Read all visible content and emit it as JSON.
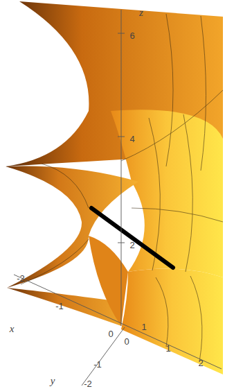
{
  "diagram": {
    "labels": [
      "z",
      "6",
      "4",
      "2",
      "-2",
      "-1",
      "0",
      "x",
      "1",
      "2",
      "0",
      "1",
      "-1",
      "-2",
      "y"
    ]
  }
}
